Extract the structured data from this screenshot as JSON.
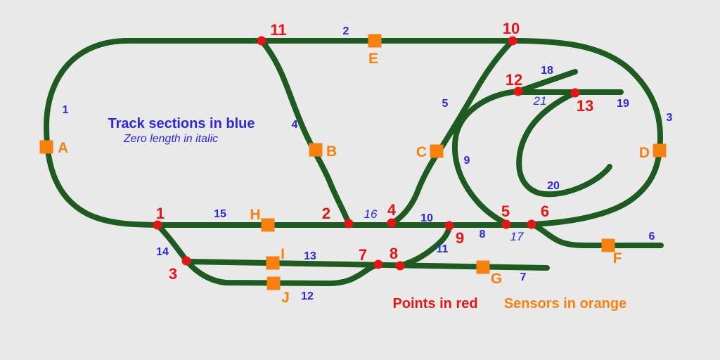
{
  "legend": {
    "track_sections": "Track sections in blue",
    "zero_length": "Zero length in italic",
    "points": "Points in red",
    "sensors": "Sensors in orange"
  },
  "colors": {
    "background": "#e9e9e9",
    "track": "#1d5b21",
    "point": "#e61414",
    "sensor": "#f8800f",
    "section": "#2b28dd"
  },
  "points": [
    {
      "label": "1"
    },
    {
      "label": "2"
    },
    {
      "label": "3"
    },
    {
      "label": "4"
    },
    {
      "label": "5"
    },
    {
      "label": "6"
    },
    {
      "label": "7"
    },
    {
      "label": "8"
    },
    {
      "label": "9"
    },
    {
      "label": "10"
    },
    {
      "label": "11"
    },
    {
      "label": "12"
    },
    {
      "label": "13"
    }
  ],
  "sensors": [
    {
      "label": "A"
    },
    {
      "label": "B"
    },
    {
      "label": "C"
    },
    {
      "label": "D"
    },
    {
      "label": "E"
    },
    {
      "label": "F"
    },
    {
      "label": "G"
    },
    {
      "label": "H"
    },
    {
      "label": "I"
    },
    {
      "label": "J"
    }
  ],
  "sections": [
    {
      "label": "1",
      "zero_length": false
    },
    {
      "label": "2",
      "zero_length": false
    },
    {
      "label": "3",
      "zero_length": false
    },
    {
      "label": "4",
      "zero_length": false
    },
    {
      "label": "5",
      "zero_length": false
    },
    {
      "label": "6",
      "zero_length": false
    },
    {
      "label": "7",
      "zero_length": false
    },
    {
      "label": "8",
      "zero_length": false
    },
    {
      "label": "9",
      "zero_length": false
    },
    {
      "label": "10",
      "zero_length": false
    },
    {
      "label": "11",
      "zero_length": false
    },
    {
      "label": "12",
      "zero_length": false
    },
    {
      "label": "13",
      "zero_length": false
    },
    {
      "label": "14",
      "zero_length": false
    },
    {
      "label": "15",
      "zero_length": false
    },
    {
      "label": "16",
      "zero_length": true
    },
    {
      "label": "17",
      "zero_length": true
    },
    {
      "label": "18",
      "zero_length": false
    },
    {
      "label": "19",
      "zero_length": false
    },
    {
      "label": "20",
      "zero_length": false
    },
    {
      "label": "21",
      "zero_length": true
    }
  ]
}
